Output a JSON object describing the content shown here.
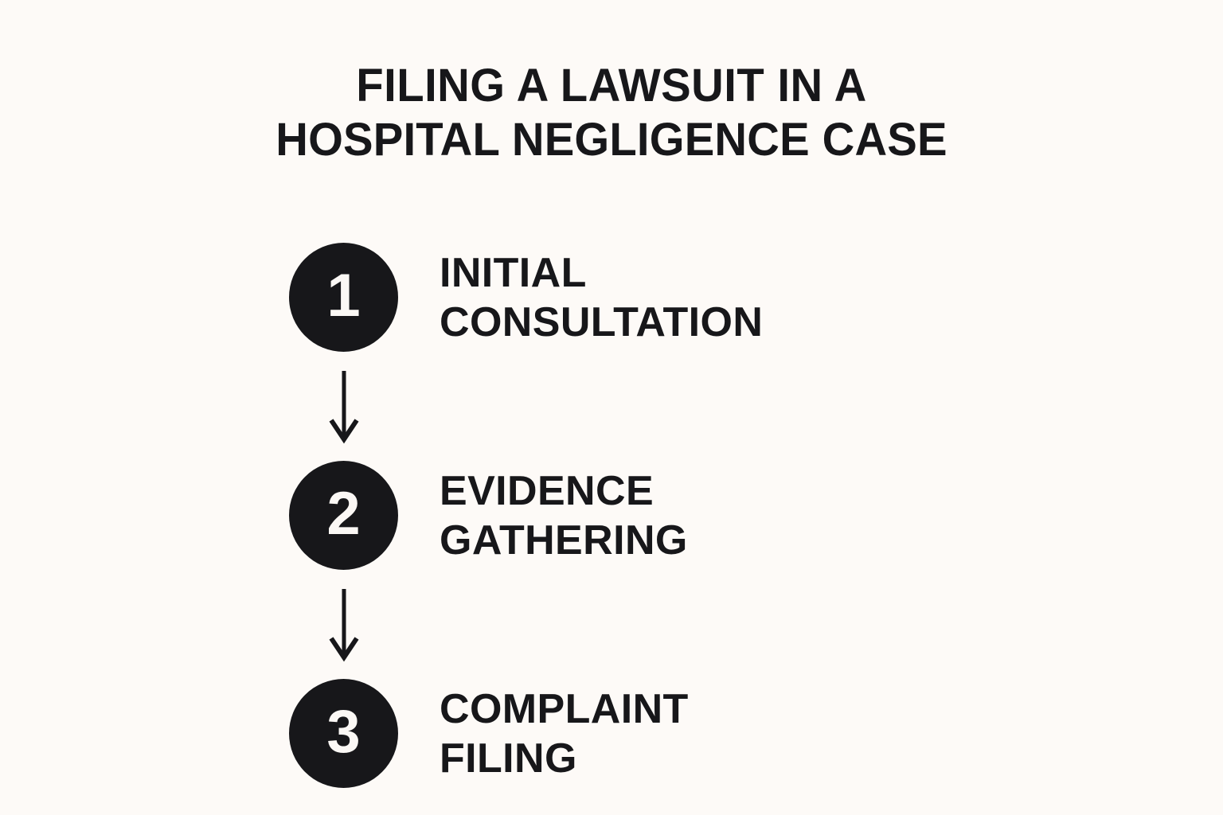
{
  "title": {
    "line_1": "FILING A LAWSUIT IN A",
    "line_2": "HOSPITAL NEGLIGENCE CASE"
  },
  "colors": {
    "background": "#fdfaf7",
    "ink": "#17171a",
    "badge_fill": "#17171a",
    "badge_text": "#fbf8f5"
  },
  "steps": [
    {
      "number": "1",
      "label": "INITIAL\nCONSULTATION"
    },
    {
      "number": "2",
      "label": "EVIDENCE\nGATHERING"
    },
    {
      "number": "3",
      "label": "COMPLAINT\nFILING"
    }
  ],
  "connectors": [
    {
      "name": "arrow-down-1"
    },
    {
      "name": "arrow-down-2"
    }
  ]
}
